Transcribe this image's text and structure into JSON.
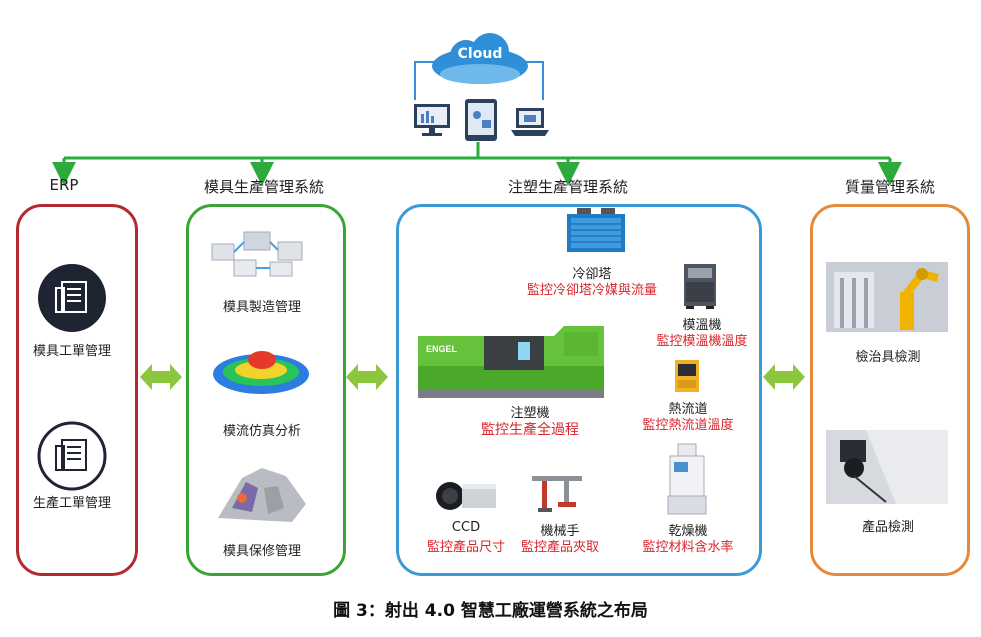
{
  "cloud_label": "Cloud",
  "panels": {
    "erp": {
      "title": "ERP",
      "items": [
        "模具工單管理",
        "生產工單管理"
      ]
    },
    "mold": {
      "title": "模具生產管理系統",
      "items": [
        "模具製造管理",
        "模流仿真分析",
        "模具保修管理"
      ]
    },
    "injection": {
      "title": "注塑生產管理系統",
      "cooling_tower": {
        "name": "冷卻塔",
        "desc": "監控冷卻塔冷媒與流量"
      },
      "mold_temp": {
        "name": "模溫機",
        "desc": "監控模溫機溫度"
      },
      "machine": {
        "name": "注塑機",
        "desc": "監控生產全過程",
        "brand": "ENGEL"
      },
      "hot_runner": {
        "name": "熱流道",
        "desc": "監控熱流道溫度"
      },
      "ccd": {
        "name": "CCD",
        "desc": "監控產品尺寸"
      },
      "robot": {
        "name": "機械手",
        "desc": "監控產品夾取"
      },
      "dryer": {
        "name": "乾燥機",
        "desc": "監控材料含水率"
      }
    },
    "quality": {
      "title": "質量管理系統",
      "items": [
        "檢治具檢測",
        "產品檢測"
      ]
    }
  },
  "caption": "圖 3：射出 4.0 智慧工廠運營系統之布局",
  "colors": {
    "erp": "#b22a2e",
    "mold": "#3aa535",
    "injection": "#3a9ad6",
    "quality": "#e58a3a",
    "connector": "#2eaa3c",
    "arrow": "#8cc63f",
    "desc_red": "#d8262c"
  }
}
